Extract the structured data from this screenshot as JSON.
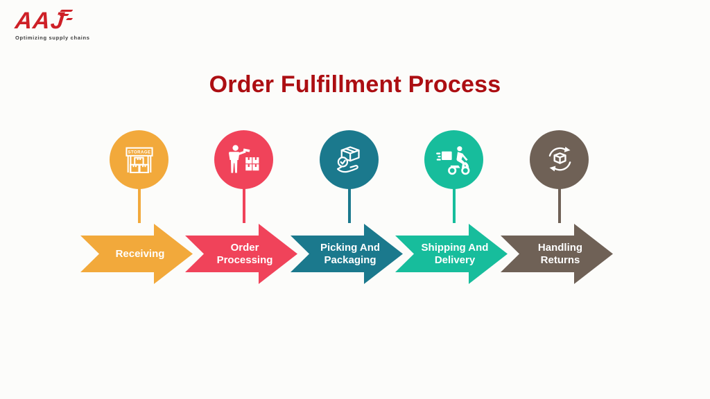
{
  "logo": {
    "text": "AAJ",
    "tagline": "Optimizing supply chains"
  },
  "title": "Order Fulfillment Process",
  "colors": {
    "background": "#FCFCFA",
    "title": "#AC0E12",
    "logo_red": "#CE2027",
    "tagline": "#3C3C3C",
    "arrow_text": "#FFFFFF"
  },
  "steps": [
    {
      "label": "Receiving",
      "color": "#F2A93B",
      "icon": "warehouse-storage-icon",
      "storage_sign": "STORAGE"
    },
    {
      "label": "Order Processing",
      "color": "#F0435A",
      "icon": "worker-packing-boxes-icon"
    },
    {
      "label": "Picking And Packaging",
      "color": "#1B798D",
      "icon": "hand-holding-box-check-icon"
    },
    {
      "label": "Shipping And Delivery",
      "color": "#17BD9C",
      "icon": "delivery-scooter-icon"
    },
    {
      "label": "Handling Returns",
      "color": "#6F6156",
      "icon": "returns-cycle-box-icon"
    }
  ]
}
